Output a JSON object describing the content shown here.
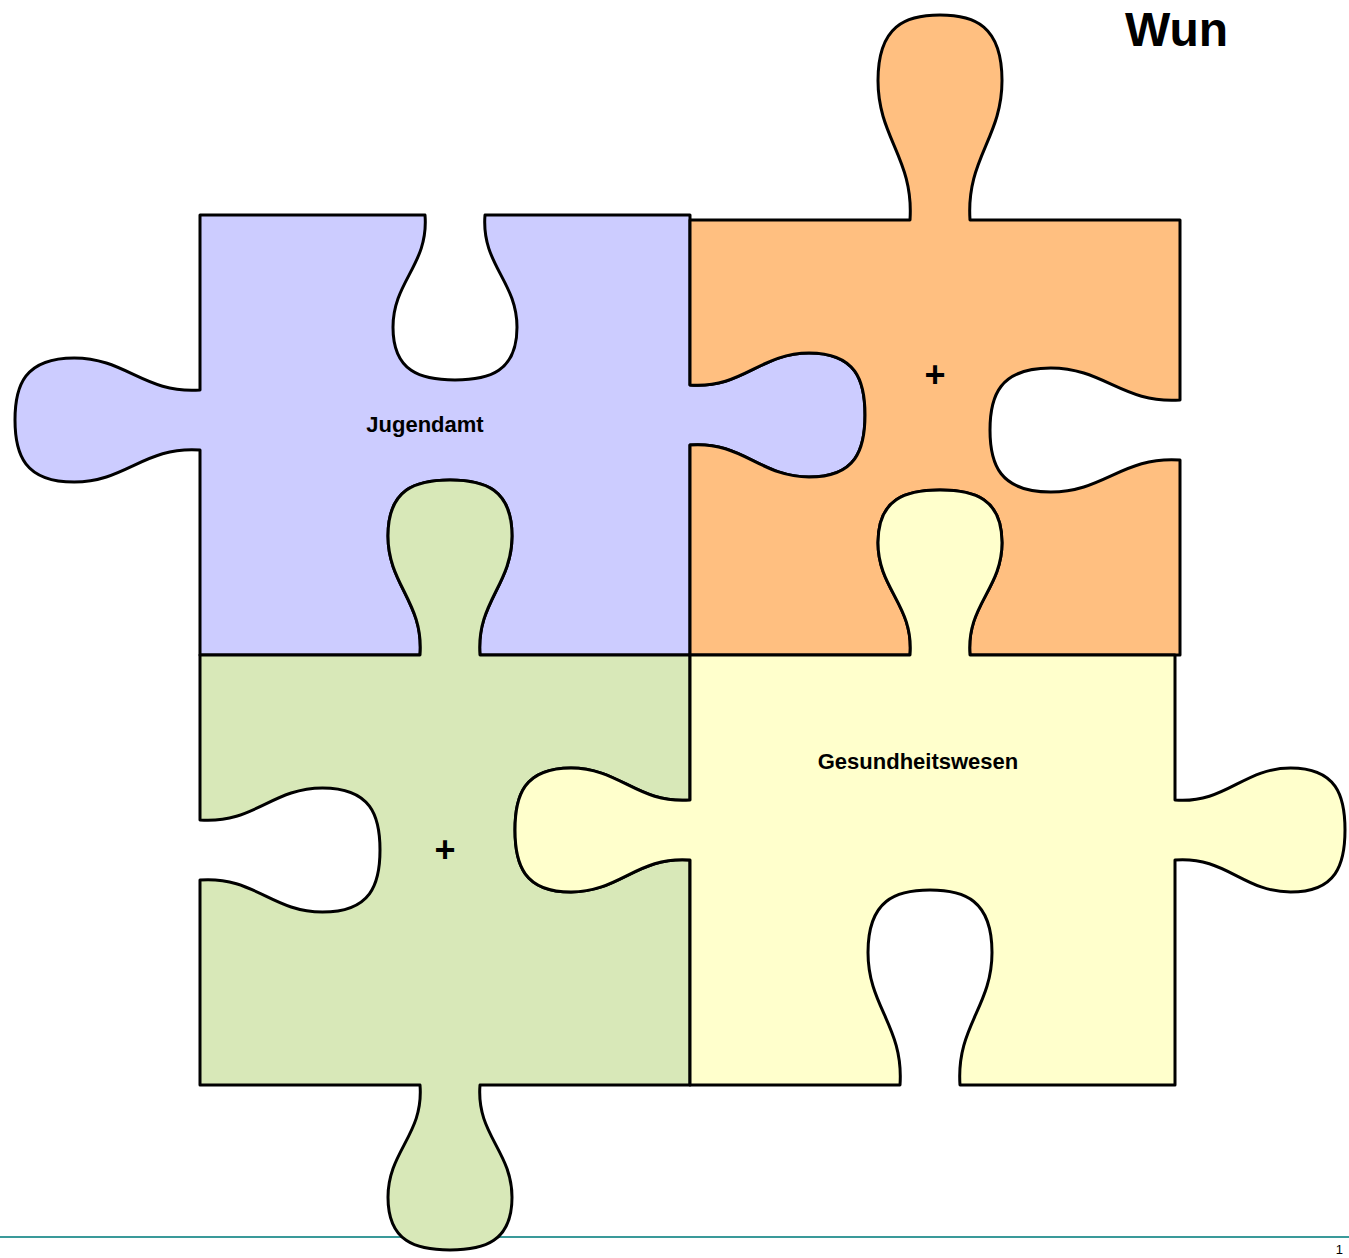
{
  "diagram": {
    "title": "Wun",
    "nodes": [
      {
        "text": [
          "Jugendamt"
        ]
      },
      {
        "text": [
          "+"
        ]
      },
      {
        "text": [
          "+"
        ]
      },
      {
        "text": [
          "Gesundheitswesen"
        ]
      }
    ],
    "labels": [
      "1"
    ]
  }
}
